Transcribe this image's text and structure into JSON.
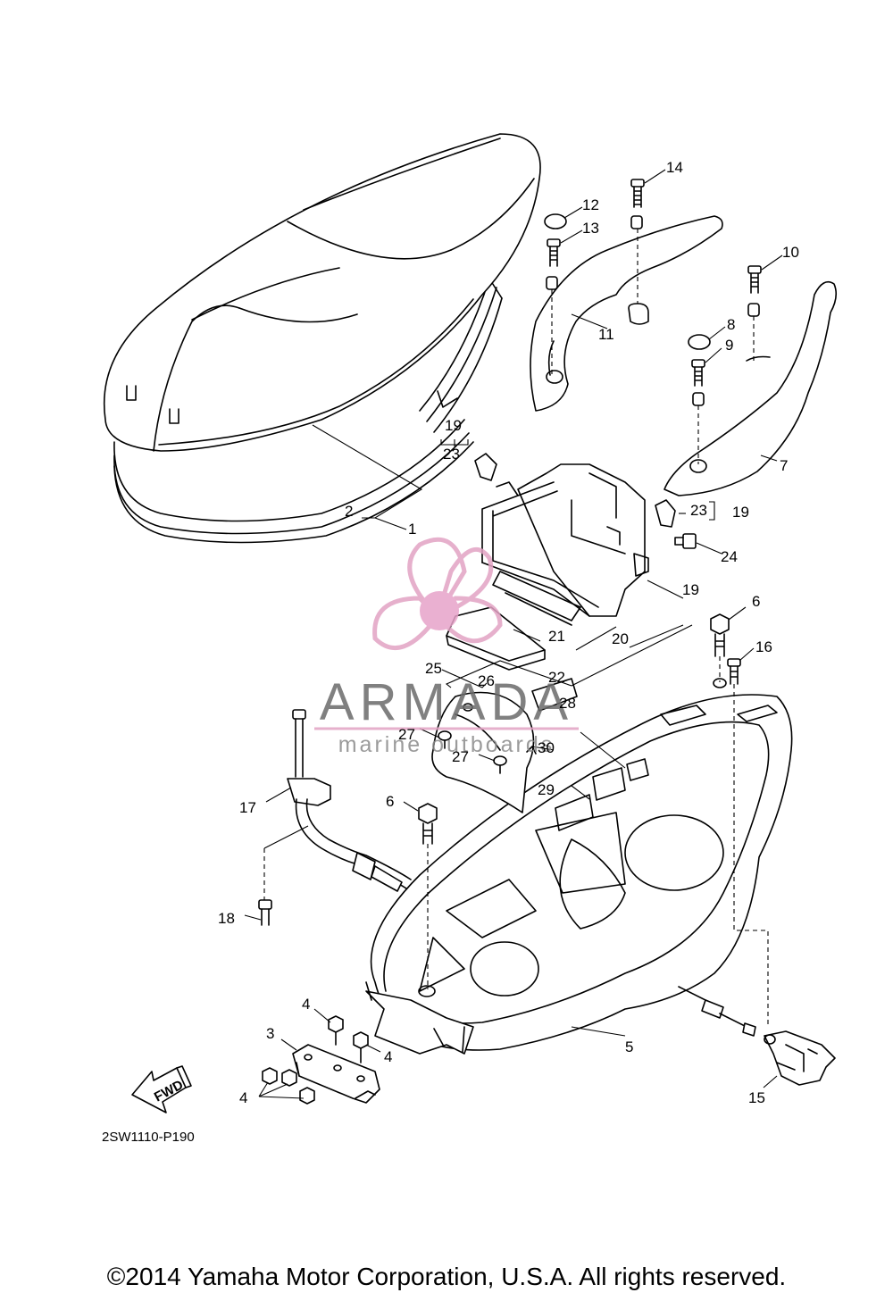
{
  "diagram": {
    "drawing_code": "2SW1110-P190",
    "fwd_label": "FWD",
    "copyright": "©2014 Yamaha Motor Corporation, U.S.A. All rights reserved.",
    "watermark": {
      "name": "ARMADA",
      "tagline": "marine outboards"
    },
    "callouts": [
      {
        "id": "c1",
        "label": "1"
      },
      {
        "id": "c2",
        "label": "2"
      },
      {
        "id": "c3",
        "label": "3"
      },
      {
        "id": "c4a",
        "label": "4"
      },
      {
        "id": "c4b",
        "label": "4"
      },
      {
        "id": "c4c",
        "label": "4"
      },
      {
        "id": "c5",
        "label": "5"
      },
      {
        "id": "c6a",
        "label": "6"
      },
      {
        "id": "c6b",
        "label": "6"
      },
      {
        "id": "c7",
        "label": "7"
      },
      {
        "id": "c8",
        "label": "8"
      },
      {
        "id": "c9",
        "label": "9"
      },
      {
        "id": "c10",
        "label": "10"
      },
      {
        "id": "c11",
        "label": "11"
      },
      {
        "id": "c12",
        "label": "12"
      },
      {
        "id": "c13",
        "label": "13"
      },
      {
        "id": "c14",
        "label": "14"
      },
      {
        "id": "c15",
        "label": "15"
      },
      {
        "id": "c16",
        "label": "16"
      },
      {
        "id": "c17",
        "label": "17"
      },
      {
        "id": "c18",
        "label": "18"
      },
      {
        "id": "c19a",
        "label": "19"
      },
      {
        "id": "c19b",
        "label": "19"
      },
      {
        "id": "c19c",
        "label": "19"
      },
      {
        "id": "c20",
        "label": "20"
      },
      {
        "id": "c21",
        "label": "21"
      },
      {
        "id": "c22",
        "label": "22"
      },
      {
        "id": "c23a",
        "label": "23"
      },
      {
        "id": "c23b",
        "label": "23"
      },
      {
        "id": "c24",
        "label": "24"
      },
      {
        "id": "c25",
        "label": "25"
      },
      {
        "id": "c26",
        "label": "26"
      },
      {
        "id": "c27a",
        "label": "27"
      },
      {
        "id": "c27b",
        "label": "27"
      },
      {
        "id": "c28",
        "label": "28"
      },
      {
        "id": "c29",
        "label": "29"
      },
      {
        "id": "c30",
        "label": "30"
      }
    ]
  }
}
